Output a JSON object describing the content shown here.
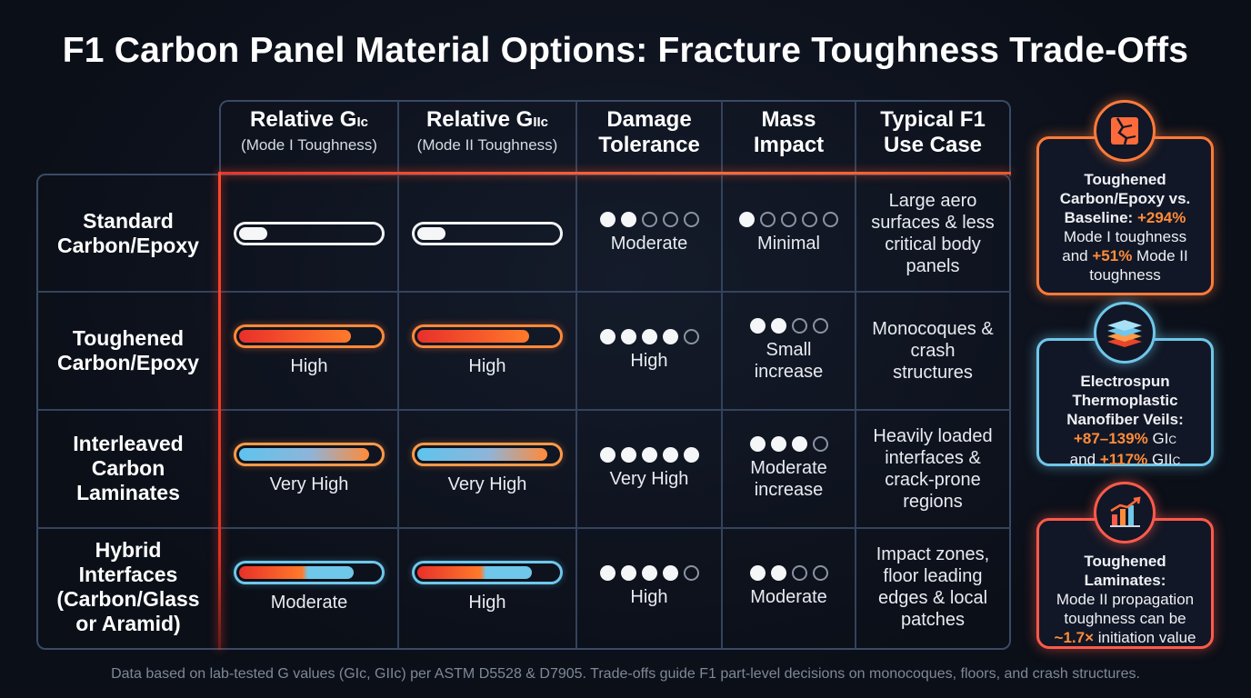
{
  "title": "F1 Carbon Panel Material Options: Fracture Toughness Trade-Offs",
  "footer": "Data based on lab-tested G values (GIc, GIIc) per ASTM D5528 & D7905. Trade-offs guide F1 part-level decisions on monocoques, floors, and crash structures.",
  "columns": [
    {
      "l1a": "Relative G",
      "l1sub": "Ic",
      "l2": "(Mode I Toughness)"
    },
    {
      "l1a": "Relative G",
      "l1sub": "IIc",
      "l2": "(Mode II Toughness)"
    },
    {
      "l1": "Damage",
      "l2": "Tolerance"
    },
    {
      "l1": "Mass",
      "l2": "Impact"
    },
    {
      "l1": "Typical F1",
      "l2": "Use Case"
    }
  ],
  "chart_data": {
    "type": "table",
    "title": "F1 Carbon Panel Material Options: Fracture Toughness Trade-Offs",
    "rows": [
      {
        "name": "Standard Carbon/Epoxy",
        "gic": {
          "level": 0.2,
          "label": "",
          "style": "white"
        },
        "giic": {
          "level": 0.2,
          "label": "",
          "style": "white"
        },
        "damage": {
          "dots": 2,
          "of": 5,
          "label": "Moderate"
        },
        "mass": {
          "dots": 1,
          "of": 5,
          "label": "Minimal"
        },
        "use": "Large aero surfaces & less critical body panels"
      },
      {
        "name": "Toughened Carbon/Epoxy",
        "gic": {
          "level": 0.8,
          "label": "High",
          "style": "red"
        },
        "giic": {
          "level": 0.8,
          "label": "High",
          "style": "red"
        },
        "damage": {
          "dots": 4,
          "of": 5,
          "label": "High"
        },
        "mass": {
          "dots": 2,
          "of": 4,
          "label": "Small increase"
        },
        "use": "Monocoques & crash structures"
      },
      {
        "name": "Interleaved Carbon Laminates",
        "gic": {
          "level": 0.93,
          "label": "Very High",
          "style": "blue"
        },
        "giic": {
          "level": 0.93,
          "label": "Very High",
          "style": "blue"
        },
        "damage": {
          "dots": 5,
          "of": 5,
          "label": "Very High"
        },
        "mass": {
          "dots": 3,
          "of": 4,
          "label": "Moderate increase"
        },
        "use": "Heavily loaded interfaces & crack-prone regions"
      },
      {
        "name": "Hybrid Interfaces (Carbon/Glass or Aramid)",
        "gic": {
          "level": 0.82,
          "label": "Moderate",
          "style": "mix"
        },
        "giic": {
          "level": 0.82,
          "label": "High",
          "style": "mix"
        },
        "damage": {
          "dots": 4,
          "of": 5,
          "label": "High"
        },
        "mass": {
          "dots": 2,
          "of": 4,
          "label": "Moderate"
        },
        "use": "Impact zones, floor leading edges & local patches"
      }
    ]
  },
  "callouts": [
    {
      "icon": "cracked-panel-icon",
      "accent": "#ff7a3a",
      "lines": [
        [
          {
            "t": "Toughened",
            "c": "bold"
          }
        ],
        [
          {
            "t": "Carbon/Epoxy vs.",
            "c": "bold"
          }
        ],
        [
          {
            "t": "Baseline: ",
            "c": "bold"
          },
          {
            "t": "+294%",
            "c": "hl"
          }
        ],
        [
          {
            "t": "Mode I toughness",
            "c": ""
          }
        ],
        [
          {
            "t": "and ",
            "c": ""
          },
          {
            "t": "+51%",
            "c": "hl"
          },
          {
            "t": " Mode II",
            "c": ""
          }
        ],
        [
          {
            "t": "toughness",
            "c": ""
          }
        ]
      ]
    },
    {
      "icon": "layered-veil-icon",
      "accent": "#6fc7ea",
      "lines": [
        [
          {
            "t": "Electrospun",
            "c": "bold"
          }
        ],
        [
          {
            "t": "Thermoplastic",
            "c": "bold"
          }
        ],
        [
          {
            "t": "Nanofiber Veils:",
            "c": "bold"
          }
        ],
        [
          {
            "t": "+87–139%",
            "c": "hl"
          },
          {
            "t": " GI",
            "c": ""
          },
          {
            "t": "C",
            "c": "sub"
          }
        ],
        [
          {
            "t": "and ",
            "c": ""
          },
          {
            "t": "+117%",
            "c": "hl"
          },
          {
            "t": " GII",
            "c": ""
          },
          {
            "t": "C",
            "c": "sub"
          }
        ]
      ]
    },
    {
      "icon": "bar-chart-icon",
      "accent": "#ff5a4a",
      "lines": [
        [
          {
            "t": "Toughened",
            "c": "bold"
          }
        ],
        [
          {
            "t": "Laminates:",
            "c": "bold"
          }
        ],
        [
          {
            "t": "Mode II propagation",
            "c": ""
          }
        ],
        [
          {
            "t": "toughness can be",
            "c": ""
          }
        ],
        [
          {
            "t": "~1.7×",
            "c": "hl"
          },
          {
            "t": " initiation value",
            "c": ""
          }
        ]
      ]
    }
  ]
}
